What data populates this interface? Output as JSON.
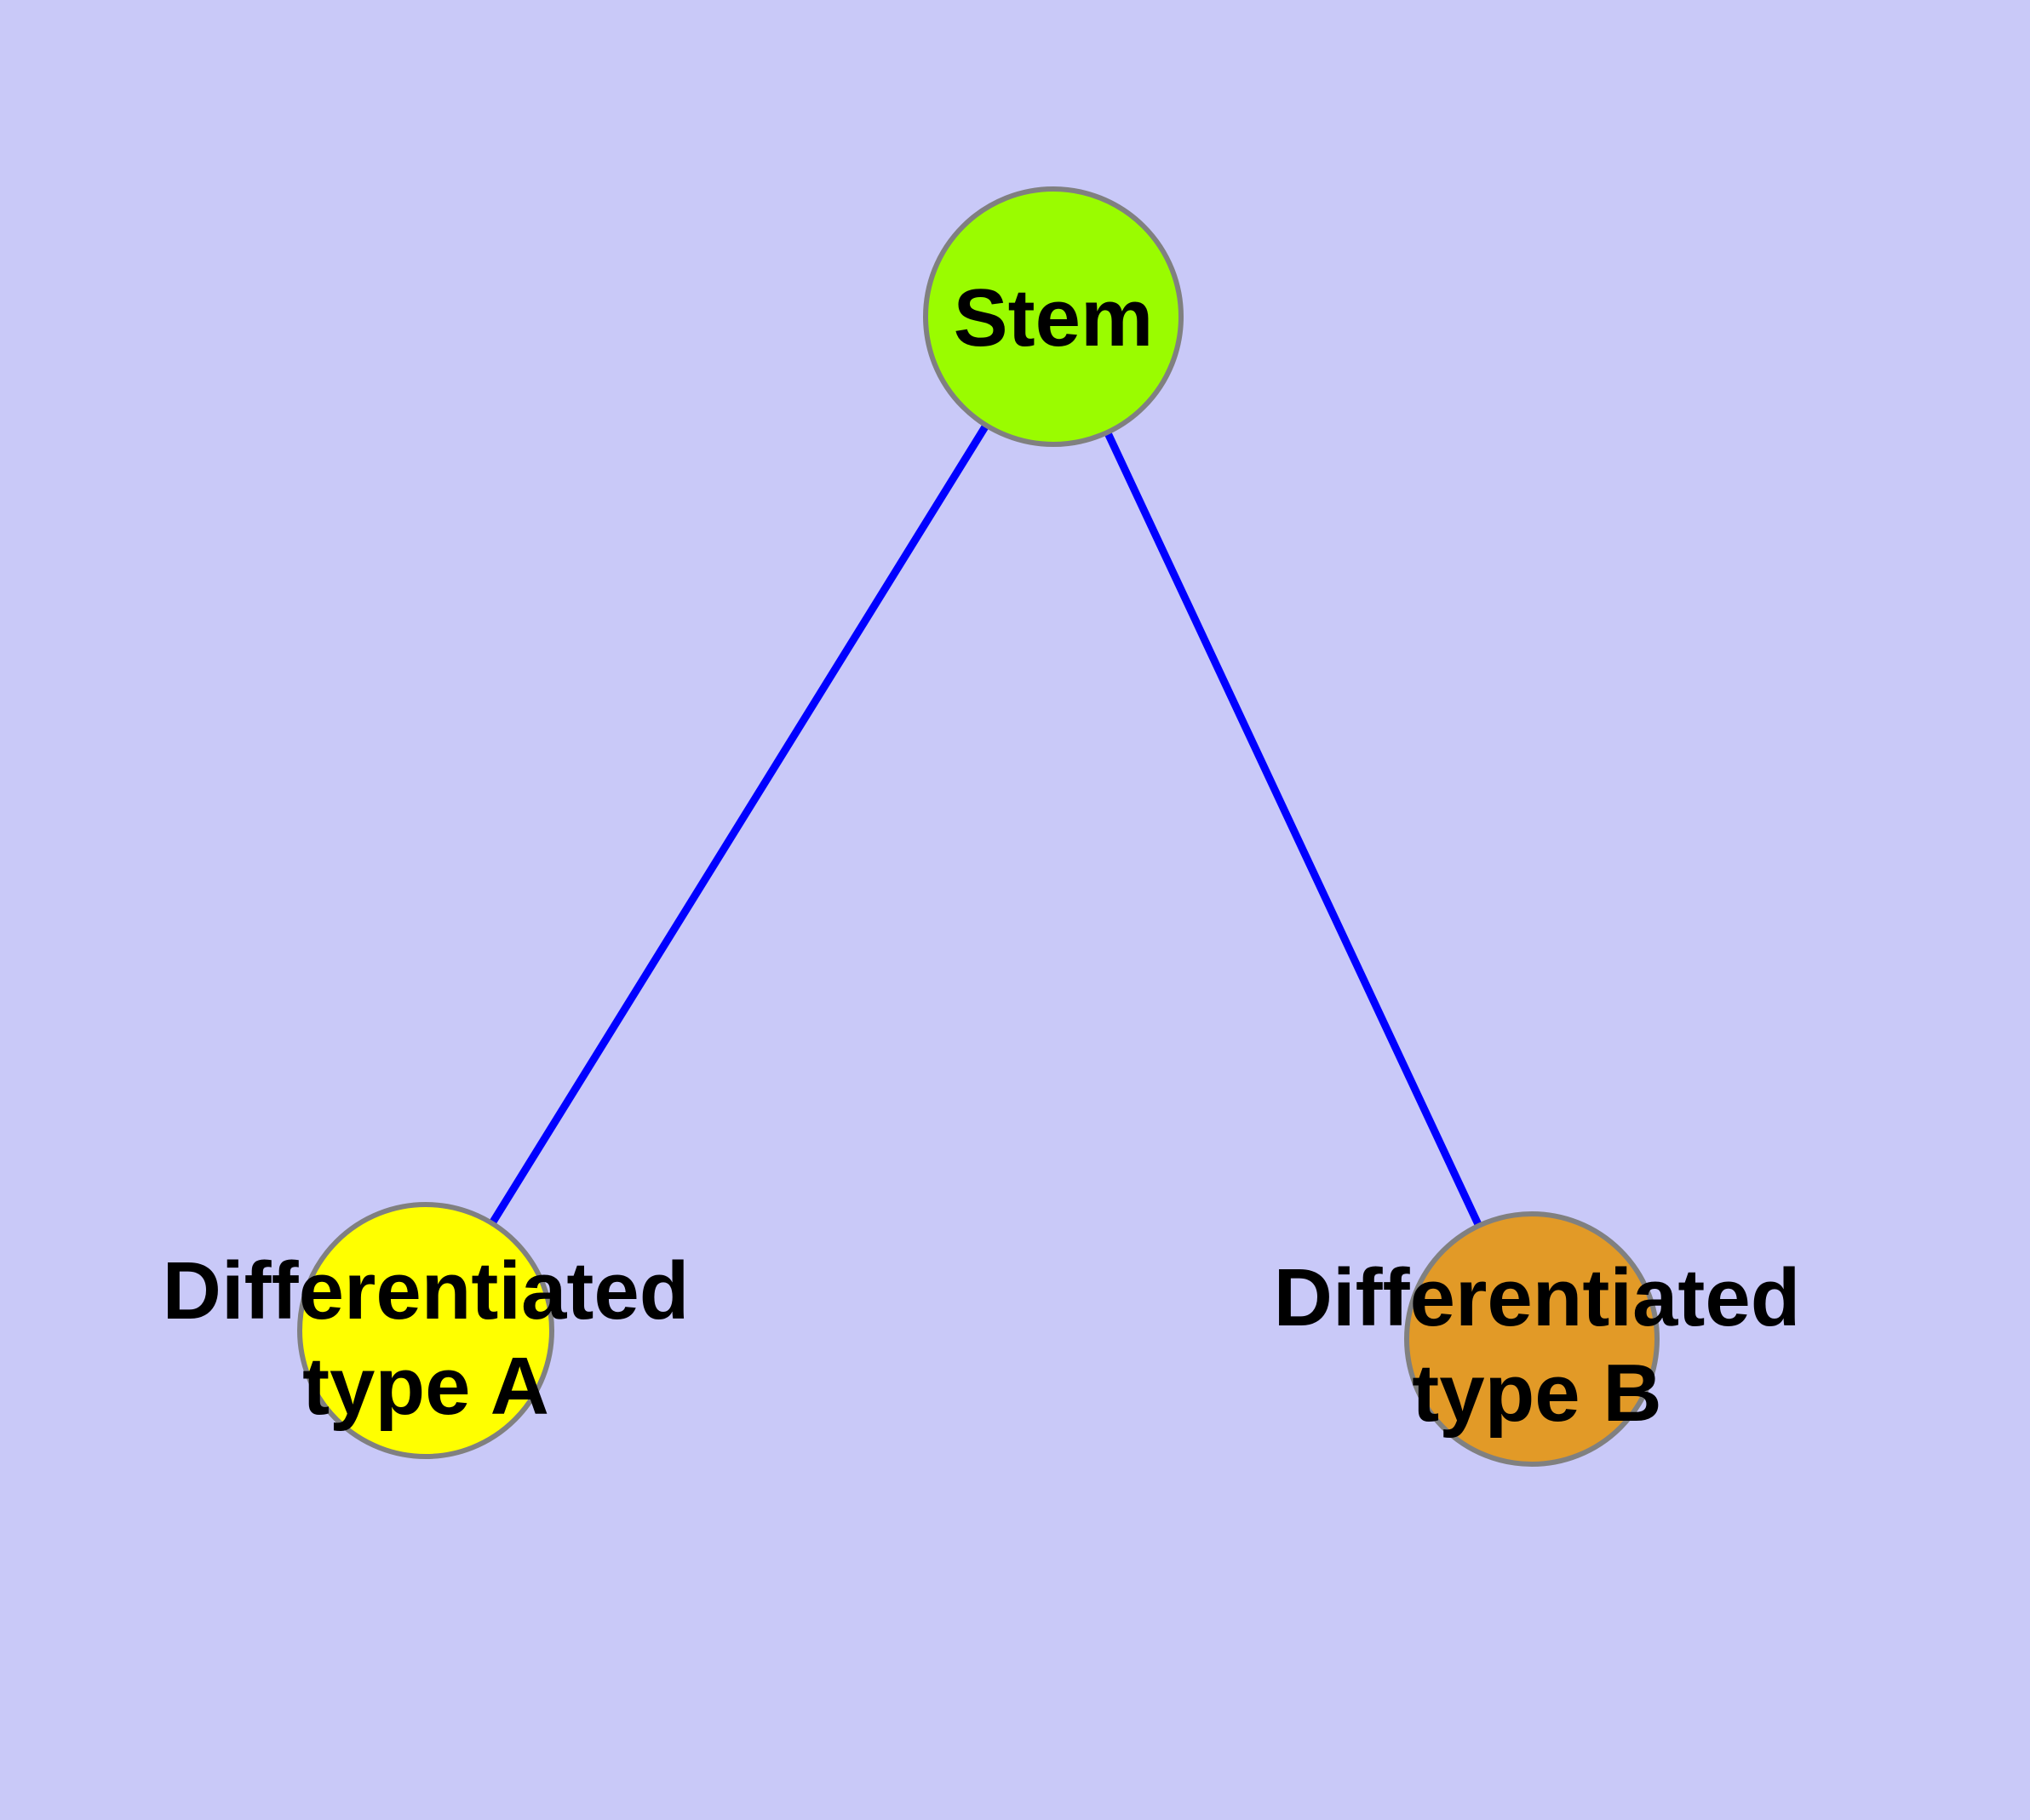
{
  "diagram": {
    "type": "node-link-graph",
    "colors": {
      "background": "#C9C9F8",
      "edge": "#0000FF",
      "node_border": "#808080",
      "label_text": "#000000"
    },
    "nodes": [
      {
        "id": "stem",
        "label": "Stem",
        "label_lines": [
          "Stem"
        ],
        "fill": "#9AFC00"
      },
      {
        "id": "differentiated-type-a",
        "label": "Differentiated type A",
        "label_lines": [
          "Differentiated",
          "type A"
        ],
        "fill": "#FFFF00"
      },
      {
        "id": "differentiated-type-b",
        "label": "Differentiated type B",
        "label_lines": [
          "Differentiated",
          "type B"
        ],
        "fill": "#E29A27"
      }
    ],
    "edges": [
      {
        "from": "Stem",
        "to": "Differentiated type A"
      },
      {
        "from": "Stem",
        "to": "Differentiated type B"
      }
    ]
  }
}
